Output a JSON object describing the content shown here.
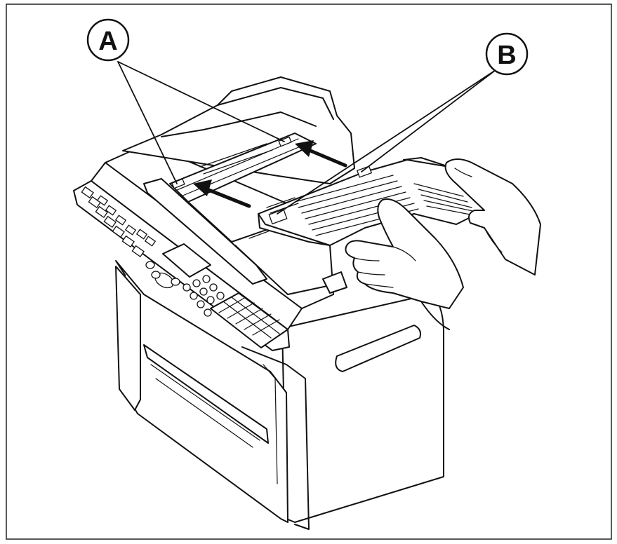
{
  "figure": {
    "callouts": [
      {
        "id": "A",
        "label": "A"
      },
      {
        "id": "B",
        "label": "B"
      }
    ],
    "colors": {
      "line": "#111111",
      "background": "#ffffff",
      "border": "#222222"
    }
  }
}
